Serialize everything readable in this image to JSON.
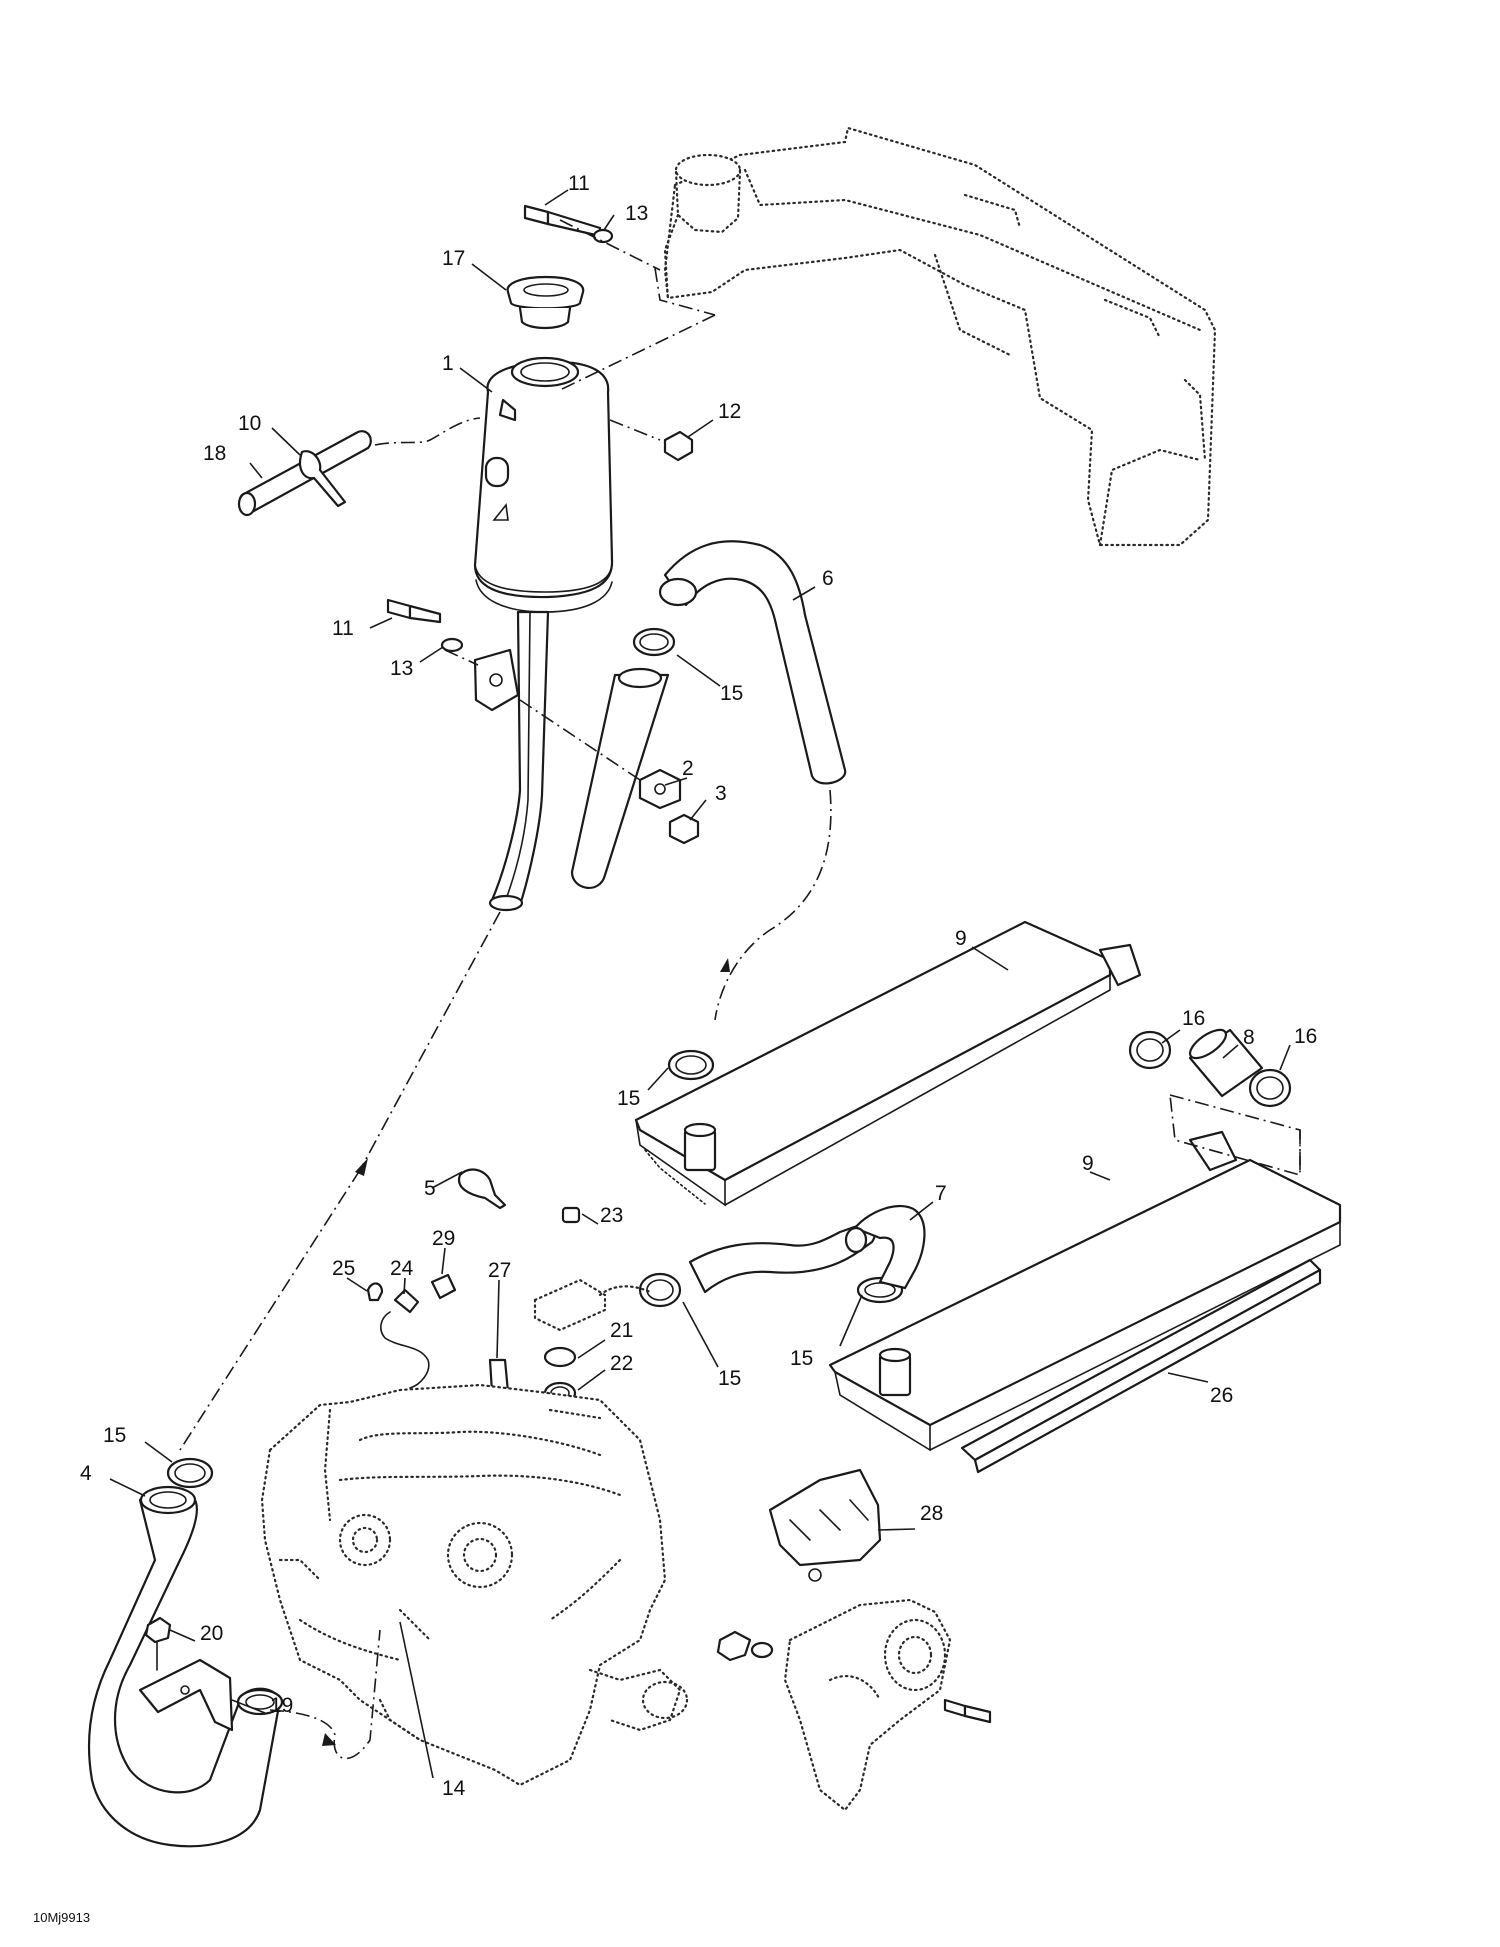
{
  "diagram": {
    "reference_code": "10Mj9913",
    "callouts": [
      {
        "id": "c11a",
        "text": "11"
      },
      {
        "id": "c13a",
        "text": "13"
      },
      {
        "id": "c17",
        "text": "17"
      },
      {
        "id": "c1",
        "text": "1"
      },
      {
        "id": "c12",
        "text": "12"
      },
      {
        "id": "c10",
        "text": "10"
      },
      {
        "id": "c18",
        "text": "18"
      },
      {
        "id": "c6",
        "text": "6"
      },
      {
        "id": "c11b",
        "text": "11"
      },
      {
        "id": "c13b",
        "text": "13"
      },
      {
        "id": "c15a",
        "text": "15"
      },
      {
        "id": "c2",
        "text": "2"
      },
      {
        "id": "c3",
        "text": "3"
      },
      {
        "id": "c9a",
        "text": "9"
      },
      {
        "id": "c16a",
        "text": "16"
      },
      {
        "id": "c8",
        "text": "8"
      },
      {
        "id": "c16b",
        "text": "16"
      },
      {
        "id": "c15b",
        "text": "15"
      },
      {
        "id": "c9b",
        "text": "9"
      },
      {
        "id": "c5",
        "text": "5"
      },
      {
        "id": "c7",
        "text": "7"
      },
      {
        "id": "c23",
        "text": "23"
      },
      {
        "id": "c29",
        "text": "29"
      },
      {
        "id": "c25",
        "text": "25"
      },
      {
        "id": "c24",
        "text": "24"
      },
      {
        "id": "c27",
        "text": "27"
      },
      {
        "id": "c15c",
        "text": "15"
      },
      {
        "id": "c21",
        "text": "21"
      },
      {
        "id": "c15d",
        "text": "15"
      },
      {
        "id": "c22",
        "text": "22"
      },
      {
        "id": "c26",
        "text": "26"
      },
      {
        "id": "c15e",
        "text": "15"
      },
      {
        "id": "c4",
        "text": "4"
      },
      {
        "id": "c28",
        "text": "28"
      },
      {
        "id": "c20",
        "text": "20"
      },
      {
        "id": "c19",
        "text": "19"
      },
      {
        "id": "c14",
        "text": "14"
      }
    ]
  }
}
